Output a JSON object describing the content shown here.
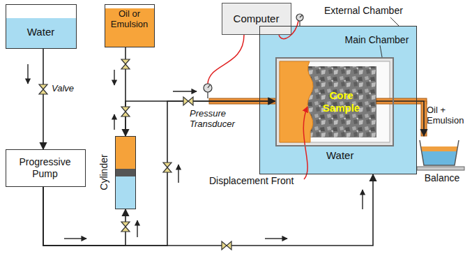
{
  "diagram": {
    "nodes": [
      {
        "text": [
          "Water"
        ]
      },
      {
        "text": [
          "Oil or Emulsion"
        ]
      },
      {
        "text": [
          "Computer"
        ]
      },
      {
        "text": [
          "External Chamber",
          "Water"
        ]
      },
      {
        "text": [
          "Main Chamber"
        ],
        "in": 3
      },
      {
        "text": [
          "Core Sample"
        ],
        "in": 4
      },
      {
        "text": [
          "Progressive Pump"
        ]
      },
      {
        "text": [
          "Cylinder"
        ]
      },
      {
        "text": [
          "Balance"
        ]
      }
    ],
    "edges": [
      {
        "from": 0,
        "to": 6,
        "arrow": "to"
      },
      {
        "from": 1,
        "to": 7,
        "arrow": "to"
      },
      {
        "from": 6,
        "to": 7,
        "arrow": "to"
      },
      {
        "from": 7,
        "to": 4,
        "arrow": "to"
      },
      {
        "from": 6,
        "to": 4,
        "arrow": "to"
      },
      {
        "from": 6,
        "to": 3,
        "arrow": "to"
      },
      {
        "from": 5,
        "to": 8,
        "arrow": "to"
      }
    ],
    "labels": [
      "Valve",
      "Pressure Transducer",
      "Displacement Front",
      "Oil + Emulsion"
    ]
  }
}
